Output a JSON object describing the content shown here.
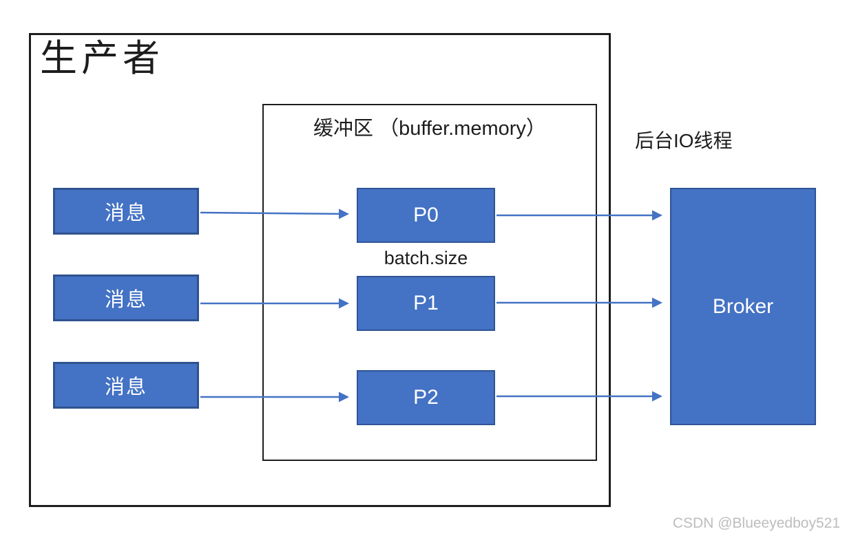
{
  "diagram": {
    "producer_box": {
      "title": "生产者"
    },
    "buffer_box": {
      "title": "缓冲区 （buffer.memory）"
    },
    "io_thread_label": "后台IO线程",
    "batch_size_label": "batch.size",
    "message_boxes": [
      {
        "label": "消息"
      },
      {
        "label": "消息"
      },
      {
        "label": "消息"
      }
    ],
    "partition_boxes": [
      {
        "label": "P0"
      },
      {
        "label": "P1"
      },
      {
        "label": "P2"
      }
    ],
    "broker_box": {
      "label": "Broker"
    },
    "colors": {
      "box_fill": "#4472c4",
      "box_border_dark": "#2f528f",
      "arrow": "#4472c4",
      "outline": "#1d1d1d",
      "watermark_gray": "#bdbdbd"
    }
  },
  "watermark": "CSDN @Blueeyedboy521"
}
